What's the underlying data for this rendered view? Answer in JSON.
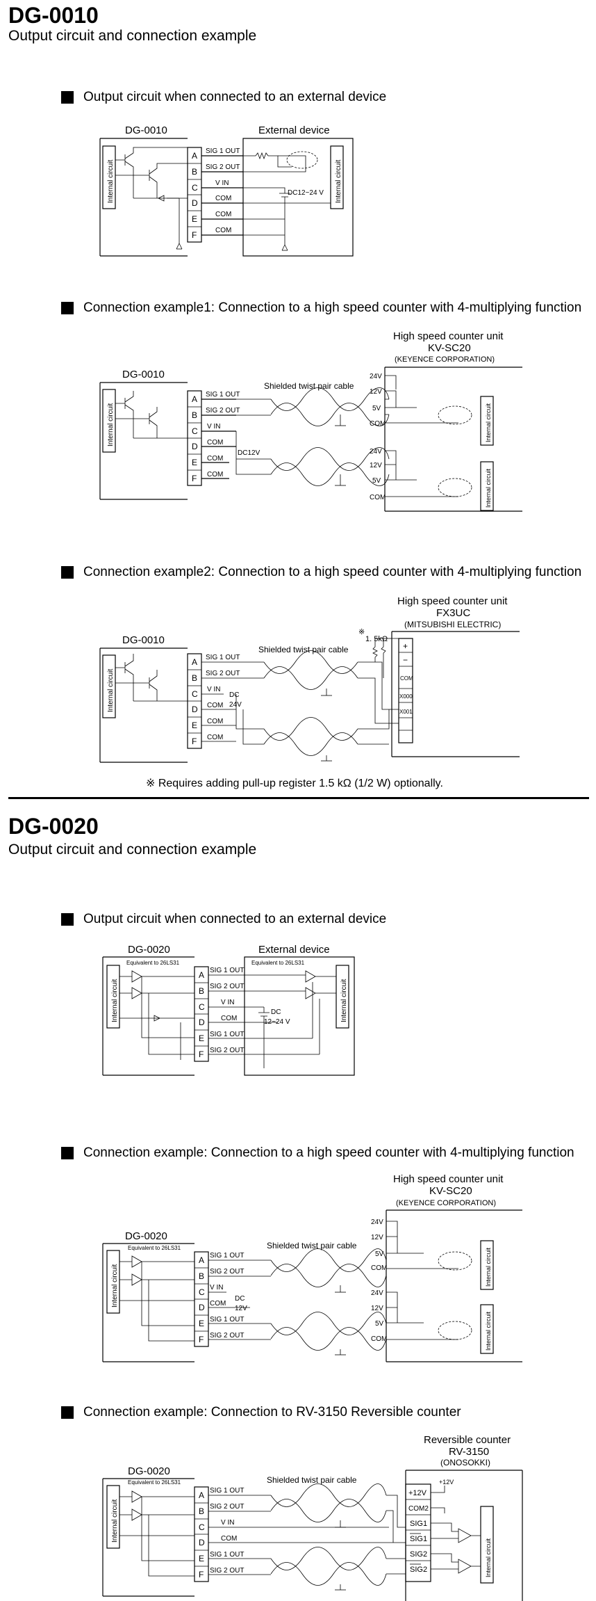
{
  "dg0010": {
    "title": "DG-0010",
    "subtitle": "Output circuit and connection example",
    "sections": [
      {
        "heading": "Output circuit when connected to an external device"
      },
      {
        "heading": "Connection example1: Connection to a high speed counter with 4-multiplying function"
      },
      {
        "heading": "Connection example2: Connection to a high speed counter with 4-multiplying function"
      }
    ],
    "note": "※ Requires adding pull-up register 1.5 kΩ (1/2 W) optionally."
  },
  "dg0020": {
    "title": "DG-0020",
    "subtitle": "Output circuit and connection example",
    "sections": [
      {
        "heading": "Output circuit when connected to an external device"
      },
      {
        "heading": "Connection example: Connection to a high speed counter with 4-multiplying function"
      },
      {
        "heading": "Connection example: Connection to RV-3150 Reversible counter"
      }
    ]
  },
  "labels": {
    "dg0010": "DG-0010",
    "dg0020": "DG-0020",
    "internal_circuit": "Internal circuit",
    "external_device": "External device",
    "shielded_cable": "Shielded twist pair cable",
    "equiv": "Equivalent to 26LS31",
    "pins": [
      "A",
      "B",
      "C",
      "D",
      "E",
      "F"
    ],
    "sig1": "SIG 1 OUT",
    "sig2": "SIG 2 OUT",
    "vin": "V IN",
    "com": "COM",
    "dc1224": "DC12~24 V",
    "dc12v": "DC12V",
    "dc": "DC",
    "v24": "24V",
    "v12": "12V",
    "v12v": "12V",
    "dc2_1224": "12~24 V",
    "v5": "5V",
    "hsc_unit": "High speed counter unit",
    "kvsc20": "KV-SC20",
    "keyence": "(KEYENCE CORPORATION)",
    "fx3uc": "FX3UC",
    "mitsubishi": "(MITSUBISHI ELECTRIC)",
    "pullup": "1. 5kΩ",
    "ast": "※",
    "plus": "+",
    "minus": "−",
    "x000": "X000",
    "x001": "X001",
    "rev_counter": "Reversible counter",
    "rv3150": "RV-3150",
    "onosokki": "(ONOSOKKI)",
    "p12v": "+12V",
    "com2": "COM2",
    "sig1b": "SIG1",
    "sig1bar": "SIG1",
    "sig2b": "SIG2",
    "sig2bar": "SIG2",
    "plus12v": "+12V"
  },
  "colors": {
    "ink": "#000000",
    "background": "#ffffff"
  }
}
